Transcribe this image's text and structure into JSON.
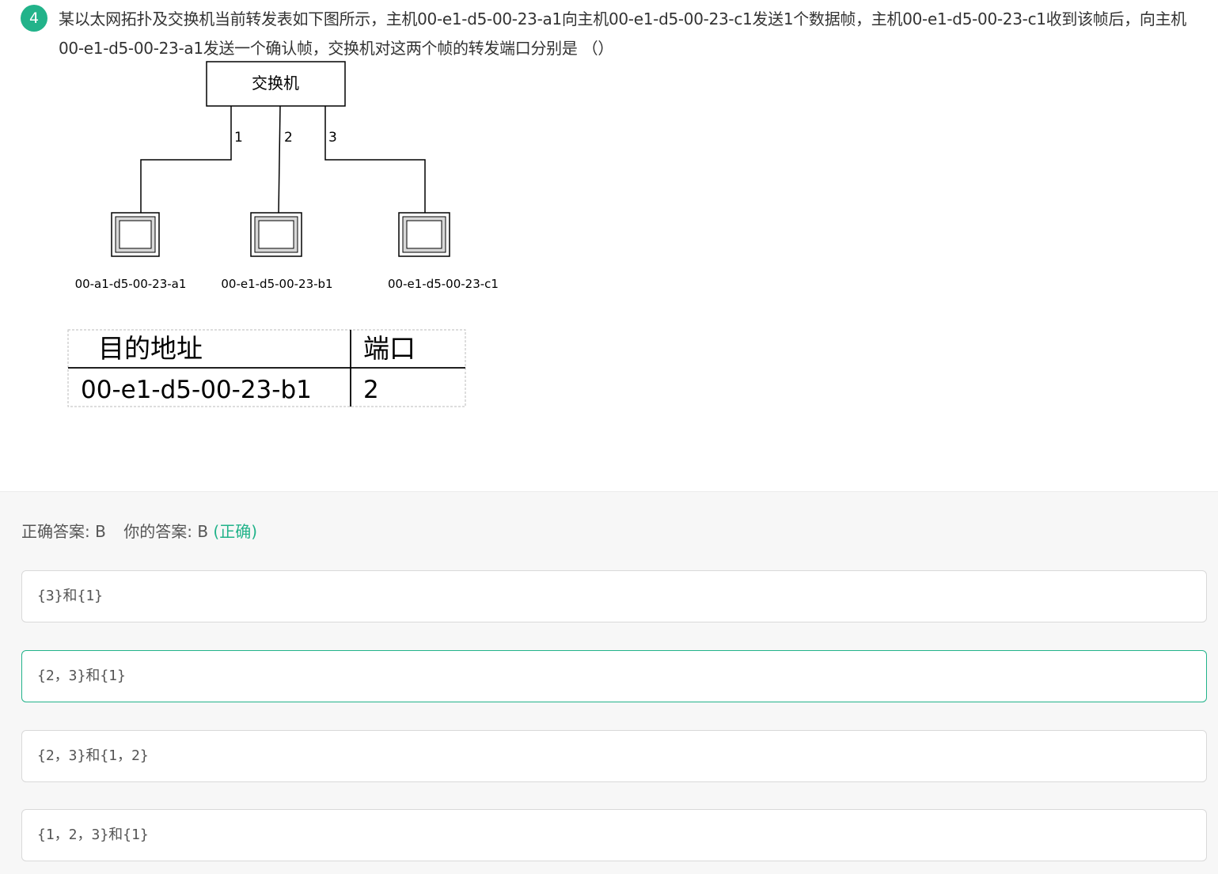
{
  "question": {
    "number": "4",
    "text": "某以太网拓扑及交换机当前转发表如下图所示，主机00-e1-d5-00-23-a1向主机00-e1-d5-00-23-c1发送1个数据帧，主机00-e1-d5-00-23-c1收到该帧后，向主机00-e1-d5-00-23-a1发送一个确认帧，交换机对这两个帧的转发端口分别是 （）"
  },
  "diagram": {
    "switch_label": "交换机",
    "port_labels": [
      "1",
      "2",
      "3"
    ],
    "hosts": [
      {
        "mac": "00-a1-d5-00-23-a1"
      },
      {
        "mac": "00-e1-d5-00-23-b1"
      },
      {
        "mac": "00-e1-d5-00-23-c1"
      }
    ],
    "table": {
      "headers": [
        "目的地址",
        "端口"
      ],
      "rows": [
        [
          "00-e1-d5-00-23-b1",
          "2"
        ]
      ]
    }
  },
  "result": {
    "correct_label": "正确答案:",
    "correct_value": "B",
    "yours_label": "你的答案:",
    "yours_value": "B",
    "status": "(正确)",
    "status_color": "#22b38a"
  },
  "options": [
    {
      "text": "{3}和{1}"
    },
    {
      "text": "{2，3}和{1}",
      "selected": true
    },
    {
      "text": "{2，3}和{1，2}"
    },
    {
      "text": "{1，2，3}和{1}"
    }
  ]
}
